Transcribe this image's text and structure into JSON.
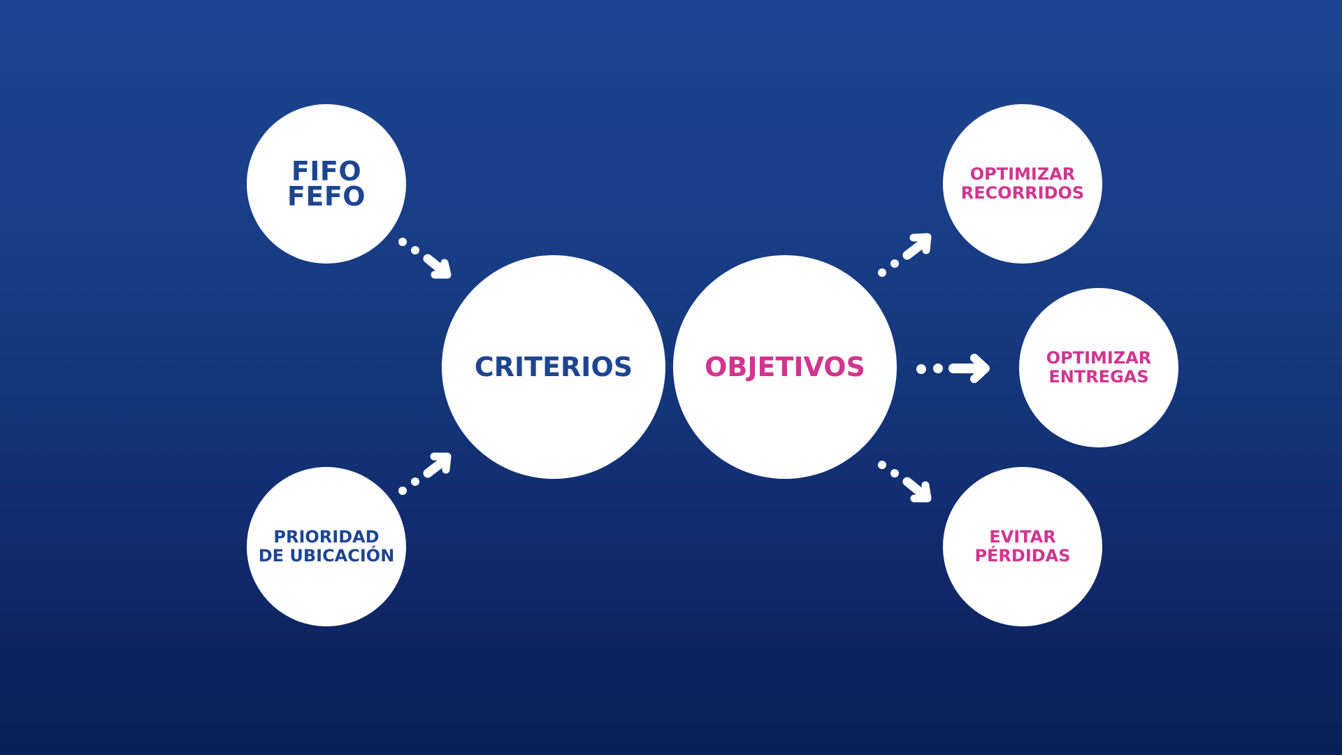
{
  "colors": {
    "background_top": "#1c4591",
    "background_bottom": "#0a1f55",
    "node_fill": "#ffffff",
    "criteria_text": "#1d4591",
    "objective_text": "#d0358f",
    "arrow": "#ffffff"
  },
  "nodes": {
    "fifo": {
      "line1": "FIFO",
      "line2": "FEFO"
    },
    "prioridad": {
      "line1": "PRIORIDAD",
      "line2": "DE UBICACIÓN"
    },
    "criterios": {
      "label": "CRITERIOS"
    },
    "objetivos": {
      "label": "OBJETIVOS"
    },
    "recorridos": {
      "line1": "OPTIMIZAR",
      "line2": "RECORRIDOS"
    },
    "entregas": {
      "line1": "OPTIMIZAR",
      "line2": "ENTREGAS"
    },
    "perdidas": {
      "line1": "EVITAR",
      "line2": "PÉRDIDAS"
    }
  }
}
